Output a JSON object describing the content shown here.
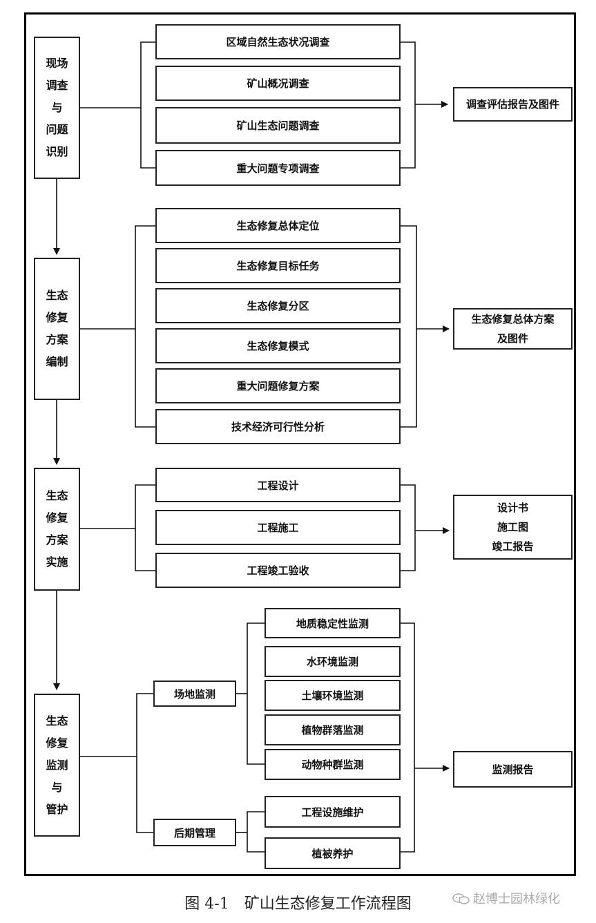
{
  "stages": [
    {
      "label": "现场\n调查\n与\n问题\n识别"
    },
    {
      "label": "生态\n修复\n方案\n编制"
    },
    {
      "label": "生态\n修复\n方案\n实施"
    },
    {
      "label": "生态\n修复\n监测\n与\n管护"
    }
  ],
  "groups": {
    "survey": [
      "区域自然生态状况调查",
      "矿山概况调查",
      "矿山生态问题调查",
      "重大问题专项调查"
    ],
    "plan": [
      "生态修复总体定位",
      "生态修复目标任务",
      "生态修复分区",
      "生态修复模式",
      "重大问题修复方案",
      "技术经济可行性分析"
    ],
    "implementation": [
      "工程设计",
      "工程施工",
      "工程竣工验收"
    ],
    "monitoring_categories": [
      "场地监测",
      "后期管理"
    ],
    "site_monitoring": [
      "地质稳定性监测",
      "水环境监测",
      "土壤环境监测",
      "植物群落监测",
      "动物种群监测"
    ],
    "later_management": [
      "工程设施维护",
      "植被养护"
    ]
  },
  "outputs": [
    {
      "label": "调查评估报告及图件"
    },
    {
      "label": "生态修复总体方案\n及图件"
    },
    {
      "label": "设计书\n施工图\n竣工报告"
    },
    {
      "label": "监测报告"
    }
  ],
  "caption": "图 4-1　矿山生态修复工作流程图",
  "watermark": "赵博士园林绿化",
  "watermark_icon": "wechat-icon"
}
